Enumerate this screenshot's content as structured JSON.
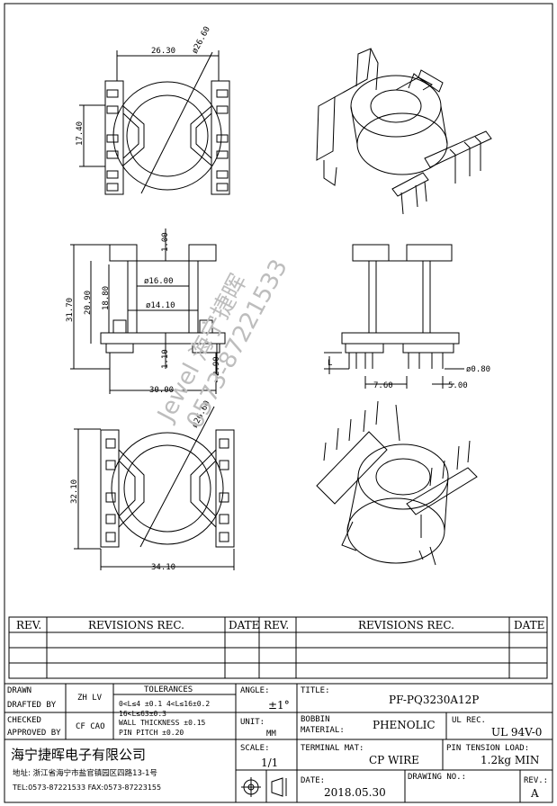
{
  "drawing": {
    "top_view": {
      "width": "26.30",
      "diameter": "ø26.60",
      "height": "17.40"
    },
    "front_view": {
      "top_gap": "1.00",
      "height_total": "31.70",
      "height_inner1": "20.90",
      "height_inner2": "18.80",
      "dia_outer": "ø16.00",
      "dia_inner": "ø14.10",
      "flange": "1.10",
      "pin_offset": "2.90",
      "width": "30.00"
    },
    "side_view": {
      "pin_l": "L",
      "pin_dia": "ø0.80",
      "pitch_a": "7.60",
      "pitch_b": "5.00"
    },
    "bottom_view": {
      "diameter": "ø26.60",
      "height": "32.10",
      "width": "34.10"
    }
  },
  "watermark": {
    "line1": "Jewel 海宁捷晖",
    "line2": "0573-87221533"
  },
  "revisions": {
    "rev_label": "REV.",
    "rec_label": "REVISIONS  REC.",
    "date_label": "DATE"
  },
  "title_block": {
    "drawn_label": "DRAWN",
    "drafted_label": "DRAFTED BY",
    "drafted_by": "ZH LV",
    "checked_label": "CHECKED",
    "approved_label": "APPROVED BY",
    "approved_by": "CF CAO",
    "tol_label": "TOLERANCES",
    "tol_line1": "0<L≤4  ±0.1 4<L≤16±0.2",
    "tol_line2": "16<L≤63±0.3",
    "tol_line3": "WALL THICKNESS  ±0.15",
    "tol_line4": "PIN PITCH ±0.20",
    "angle_label": "ANGLE:",
    "angle_value": "±1°",
    "unit_label": "UNIT:",
    "unit_value": "MM",
    "title_label": "TITLE:",
    "title_value": "PF-PQ3230A12P",
    "bobbin_label1": "BOBBIN",
    "bobbin_label2": "MATERIAL:",
    "bobbin_value": "PHENOLIC",
    "ul_label": "UL REC.",
    "ul_value": "UL 94V-0",
    "company": "海宁捷晖电子有限公司",
    "address": "地址: 浙江省海宁市盐官镇园区四路13-1号",
    "contact": "TEL:0573-87221533 FAX:0573-87223155",
    "scale_label": "SCALE:",
    "scale_value": "1/1",
    "terminal_label": "TERMINAL MAT:",
    "terminal_value": "CP WIRE",
    "tension_label": "PIN TENSION LOAD:",
    "tension_value": "1.2kg MIN",
    "date_label": "DATE:",
    "date_value": "2018.05.30",
    "drawing_no_label": "DRAWING NO.:",
    "rev_label": "REV.:",
    "rev_value": "A"
  }
}
